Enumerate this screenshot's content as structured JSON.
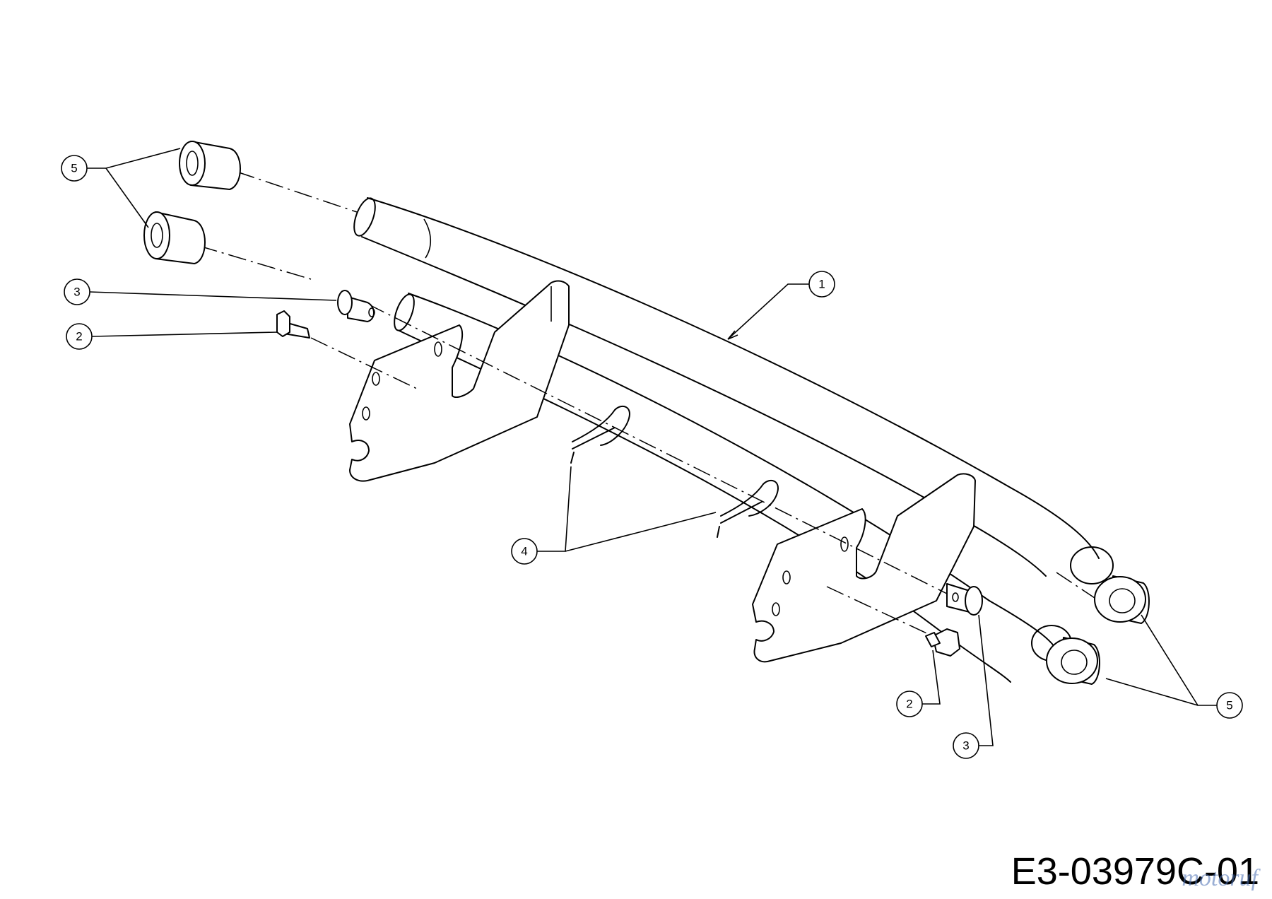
{
  "callouts": [
    {
      "label": "1"
    },
    {
      "label": "2"
    },
    {
      "label": "2"
    },
    {
      "label": "3"
    },
    {
      "label": "3"
    },
    {
      "label": "4"
    },
    {
      "label": "5"
    },
    {
      "label": "5"
    }
  ],
  "drawing_number": "E3-03979C-01",
  "watermark": "motoruf"
}
